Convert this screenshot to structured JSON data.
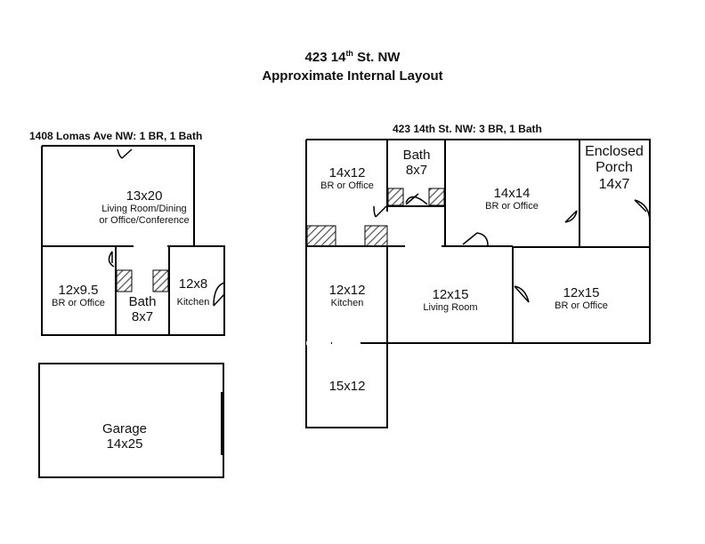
{
  "header": {
    "title_address": "423 14",
    "title_sup": "th",
    "title_rest": " St. NW",
    "subtitle": "Approximate Internal Layout"
  },
  "left_unit": {
    "heading": "1408 Lomas Ave NW: 1 BR, 1 Bath",
    "rooms": {
      "living": {
        "size": "13x20",
        "use_1": "Living Room/Dining",
        "use_2": "or Office/Conference"
      },
      "bedroom": {
        "size": "12x9.5",
        "use": "BR or Office"
      },
      "bath": {
        "name": "Bath",
        "size": "8x7"
      },
      "kitchen": {
        "size": "12x8",
        "use": "Kitchen"
      }
    }
  },
  "garage": {
    "name": "Garage",
    "size": "14x25"
  },
  "right_unit": {
    "heading": "423 14th St. NW: 3 BR, 1 Bath",
    "rooms": {
      "br1": {
        "size": "14x12",
        "use": "BR or Office"
      },
      "bath": {
        "name": "Bath",
        "size": "8x7"
      },
      "br2": {
        "size": "14x14",
        "use": "BR or Office"
      },
      "porch": {
        "name_1": "Enclosed",
        "name_2": "Porch",
        "size": "14x7"
      },
      "kitchen": {
        "size": "12x12",
        "use": "Kitchen"
      },
      "living": {
        "size": "12x15",
        "use": "Living Room"
      },
      "br3": {
        "size": "12x15",
        "use": "BR or Office"
      },
      "extra": {
        "size": "15x12"
      }
    }
  }
}
